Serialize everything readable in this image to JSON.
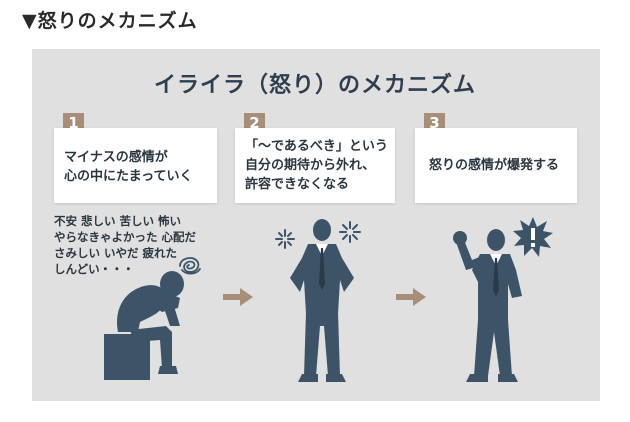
{
  "heading": "▼怒りのメカニズム",
  "title": "イライラ（怒り）のメカニズム",
  "steps": [
    {
      "number": "1",
      "lines": [
        "マイナスの感情が",
        "心の中にたまっていく"
      ]
    },
    {
      "number": "2",
      "lines": [
        "「〜であるべき」という",
        "自分の期待から外れ、",
        "許容できなくなる"
      ]
    },
    {
      "number": "3",
      "lines": [
        "怒りの感情が爆発する"
      ]
    }
  ],
  "emotion_words": [
    "不安 悲しい 苦しい 怖い",
    "やらなきゃよかった 心配だ",
    "さみしい いやだ 疲れた",
    "しんどい・・・"
  ],
  "colors": {
    "panel": "#e0e0e1",
    "badge": "#a78e78",
    "figure": "#3d5468",
    "arrow": "#a78e78",
    "text": "#2b3640"
  },
  "icons": [
    "sitting-depressed-person-icon",
    "scribble-icon",
    "arrow-right-icon",
    "standing-frustrated-person-icon",
    "tension-spark-icon",
    "angry-shouting-person-icon",
    "explosion-exclamation-icon"
  ]
}
